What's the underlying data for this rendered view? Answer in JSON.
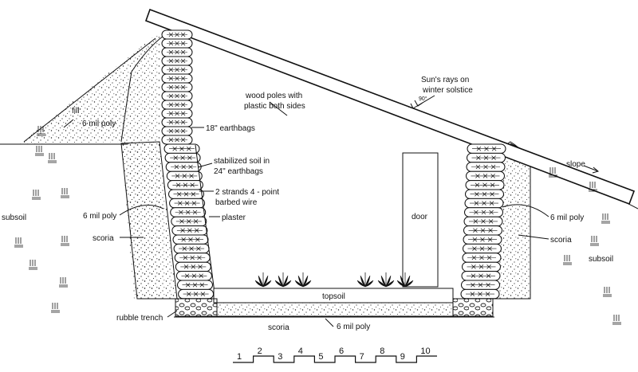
{
  "labels": {
    "wood_poles_line1": "wood poles with",
    "wood_poles_line2": "plastic both sides",
    "suns_rays_line1": "Sun's rays on",
    "suns_rays_line2": "winter solstice",
    "angle": "90°",
    "fill": "fill",
    "poly_roof": "6 mil poly",
    "earthbags_18": "18\" earthbags",
    "stabilized_line1": "stabilized soil in",
    "stabilized_line2": "24\" earthbags",
    "barbed_line1": "2 strands 4 - point",
    "barbed_line2": "barbed wire",
    "plaster": "plaster",
    "subsoil_left": "subsoil",
    "poly_left": "6 mil poly",
    "scoria_left": "scoria",
    "door": "door",
    "slope": "slope",
    "poly_right": "6 mil poly",
    "scoria_right": "scoria",
    "subsoil_right": "subsoil",
    "topsoil": "topsoil",
    "rubble_trench": "rubble trench",
    "scoria_bottom": "scoria",
    "poly_bottom": "6 mil poly"
  },
  "scale_bar": [
    "1",
    "2",
    "3",
    "4",
    "5",
    "6",
    "7",
    "8",
    "9",
    "10"
  ]
}
